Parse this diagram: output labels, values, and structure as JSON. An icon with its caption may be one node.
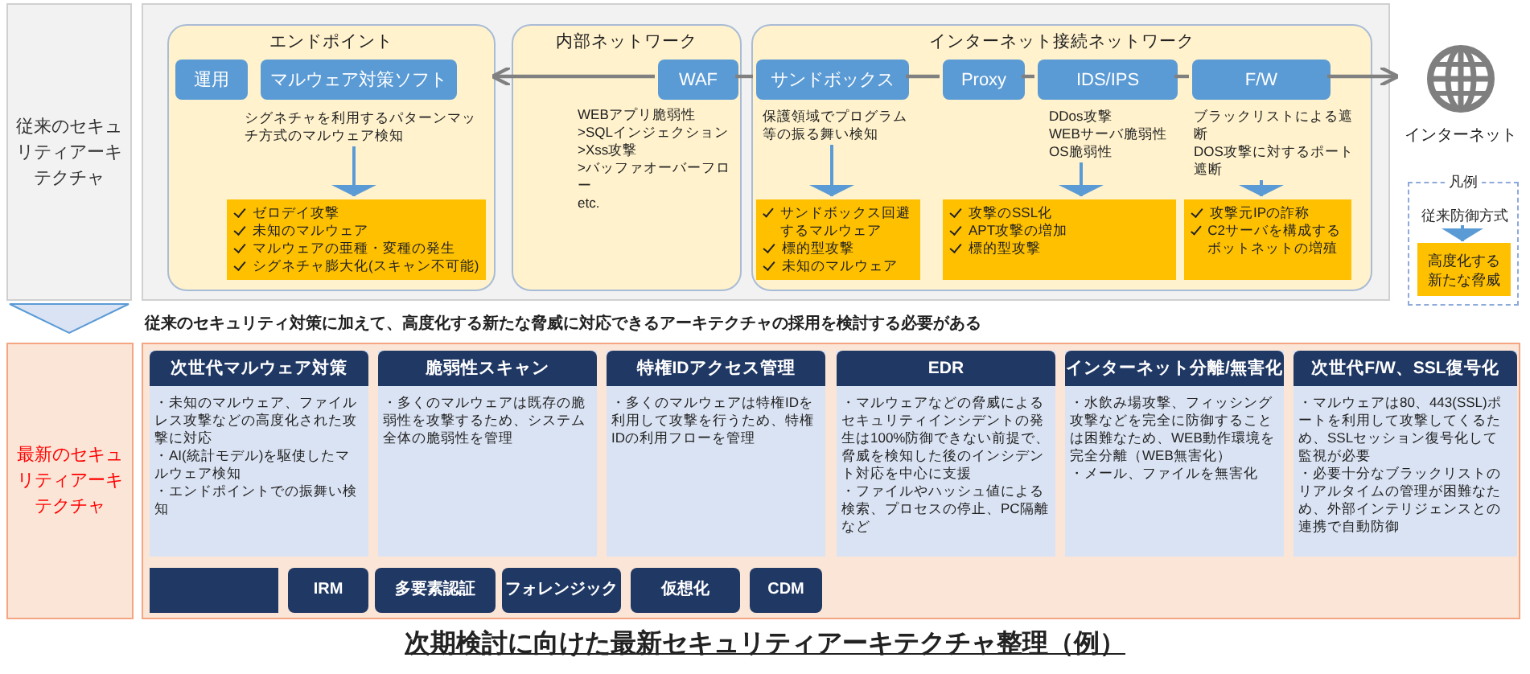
{
  "diagram": {
    "title": "次期検討に向けた最新セキュリティアーキテクチャ整理（例）",
    "nodes": [
      {
        "text": [
          "従来のセキュリティアーキテクチャ"
        ]
      },
      {
        "text": [],
        "shape": "box"
      },
      {
        "text": [
          "エンドポイント"
        ],
        "in": 1
      },
      {
        "text": [
          "運用"
        ],
        "in": 2
      },
      {
        "text": [
          "マルウェア対策ソフト"
        ],
        "in": 2,
        "beside": [
          "シグネチャを利用するパターンマッチ方式のマルウェア検知"
        ]
      },
      {
        "text": [
          "ゼロデイ攻撃",
          "未知のマルウェア",
          "マルウェアの亜種・変種の発生",
          "シグネチャ膨大化(スキャン不可能)"
        ],
        "in": 2
      },
      {
        "text": [
          "内部ネットワーク"
        ],
        "in": 1
      },
      {
        "text": [
          "WAF"
        ],
        "in": 6,
        "beside": [
          "WEBアプリ脆弱性",
          ">SQLインジェクション",
          ">Xss攻撃",
          ">バッファオーバーフロー",
          "etc."
        ]
      },
      {
        "text": [
          "インターネット接続ネットワーク"
        ],
        "in": 1
      },
      {
        "text": [
          "サンドボックス"
        ],
        "in": 8,
        "beside": [
          "保護領域でプログラム等の振る舞い検知"
        ]
      },
      {
        "text": [
          "Proxy"
        ],
        "in": 8
      },
      {
        "text": [
          "IDS/IPS"
        ],
        "in": 8,
        "beside": [
          "DDos攻撃",
          "WEBサーバ脆弱性",
          "OS脆弱性"
        ]
      },
      {
        "text": [
          "F/W"
        ],
        "in": 8,
        "beside": [
          "ブラックリストによる遮断",
          "DOS攻撃に対するポート遮断"
        ]
      },
      {
        "text": [
          "サンドボックス回避するマルウェア",
          "標的型攻撃",
          "未知のマルウェア"
        ],
        "in": 8
      },
      {
        "text": [
          "攻撃のSSL化",
          "APT攻撃の増加",
          "標的型攻撃"
        ],
        "in": 8
      },
      {
        "text": [
          "攻撃元IPの詐称",
          "C2サーバを構成するボットネットの増殖"
        ],
        "in": 8
      },
      {
        "text": [
          "インターネット"
        ]
      },
      {
        "text": [
          "凡例"
        ]
      },
      {
        "text": [
          "従来防御方式"
        ],
        "in": 17
      },
      {
        "text": [
          "高度化する新たな脅威"
        ],
        "in": 17
      },
      {
        "text": [
          "最新のセキュリティアーキテクチャ"
        ]
      },
      {
        "text": [],
        "shape": "box"
      },
      {
        "text": [
          "次世代マルウェア対策",
          "・未知のマルウェア、ファイルレス攻撃などの高度化された攻撃に対応",
          "・AI(統計モデル)を駆使したマルウェア検知",
          "・エンドポイントでの振舞い検知"
        ],
        "in": 21
      },
      {
        "text": [
          "脆弱性スキャン",
          "・多くのマルウェアは既存の脆弱性を攻撃するため、システム全体の脆弱性を管理"
        ],
        "in": 21
      },
      {
        "text": [
          "特権IDアクセス管理",
          "・多くのマルウェアは特権IDを利用して攻撃を行うため、特権IDの利用フローを管理"
        ],
        "in": 21
      },
      {
        "text": [
          "EDR",
          "・マルウェアなどの脅威によるセキュリティインシデントの発生は100%防御できない前提で、脅威を検知した後のインシデント対応を中心に支援",
          "・ファイルやハッシュ値による検索、プロセスの停止、PC隔離など"
        ],
        "in": 21
      },
      {
        "text": [
          "インターネット分離/無害化",
          "・水飲み場攻撃、フィッシング攻撃などを完全に防御することは困難なため、WEB動作環境を完全分離（WEB無害化）",
          "・メール、ファイルを無害化"
        ],
        "in": 21
      },
      {
        "text": [
          "次世代F/W、SSL復号化",
          "・マルウェアは80、443(SSL)ポートを利用して攻撃してくるため、SSLセッション復号化して監視が必要",
          "・必要十分なブラックリストのリアルタイムの管理が困難なため、外部インテリジェンスとの連携で自動防御"
        ],
        "in": 21
      },
      {
        "text": [],
        "shape": "box",
        "in": 21
      },
      {
        "text": [
          "IRM"
        ],
        "in": 21
      },
      {
        "text": [
          "多要素認証"
        ],
        "in": 21
      },
      {
        "text": [
          "フォレンジック"
        ],
        "in": 21
      },
      {
        "text": [
          "仮想化"
        ],
        "in": 21
      },
      {
        "text": [
          "CDM"
        ],
        "in": 21
      }
    ],
    "edges": [
      {
        "from": 7,
        "to": 2,
        "arrow": "to"
      },
      {
        "from": 7,
        "to": 9,
        "arrow": "none"
      },
      {
        "from": 9,
        "to": 10,
        "arrow": "none"
      },
      {
        "from": 10,
        "to": 11,
        "arrow": "none"
      },
      {
        "from": 11,
        "to": 12,
        "arrow": "none"
      },
      {
        "from": 12,
        "to": 16,
        "arrow": "to"
      },
      {
        "from": 4,
        "to": 5,
        "arrow": "to"
      },
      {
        "from": 9,
        "to": 13,
        "arrow": "to"
      },
      {
        "from": 11,
        "to": 14,
        "arrow": "to"
      },
      {
        "from": 12,
        "to": 15,
        "arrow": "to"
      },
      {
        "from": 18,
        "to": 19,
        "arrow": "to"
      },
      {
        "from": 0,
        "to": 20,
        "arrow": "to"
      }
    ],
    "labels": [
      "従来のセキュリティ対策に加えて、高度化する新たな脅威に対応できるアーキテクチャの採用を検討する必要がある"
    ]
  }
}
